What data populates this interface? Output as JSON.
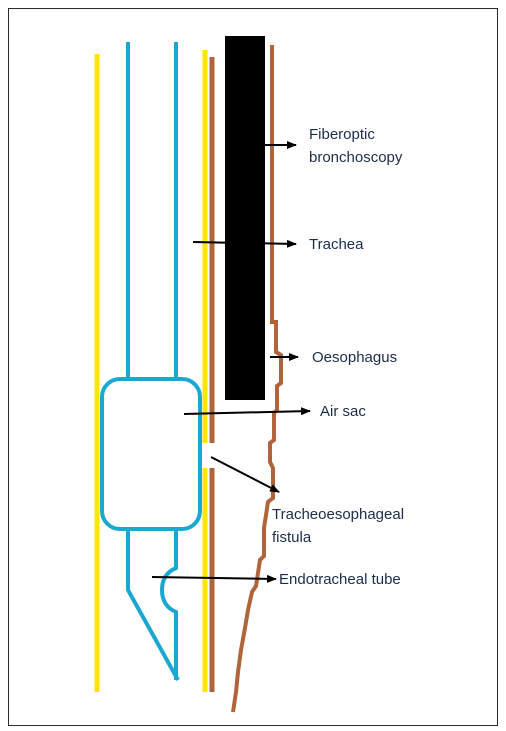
{
  "labels": {
    "fiberoptic_line1": "Fiberoptic",
    "fiberoptic_line2": "bronchoscopy",
    "trachea": "Trachea",
    "oesophagus": "Oesophagus",
    "air_sac": "Air sac",
    "fistula_line1": "Tracheoesophageal",
    "fistula_line2": "fistula",
    "endotracheal_tube": "Endotracheal tube"
  },
  "colors": {
    "trachea_wall": "#ffe600",
    "tube": "#1aa7d1",
    "oesophagus_wall": "#b0643a",
    "bronchoscope": "#000000",
    "arrow": "#000000",
    "text": "#1b2d4a",
    "frame": "#2b2b2b"
  }
}
